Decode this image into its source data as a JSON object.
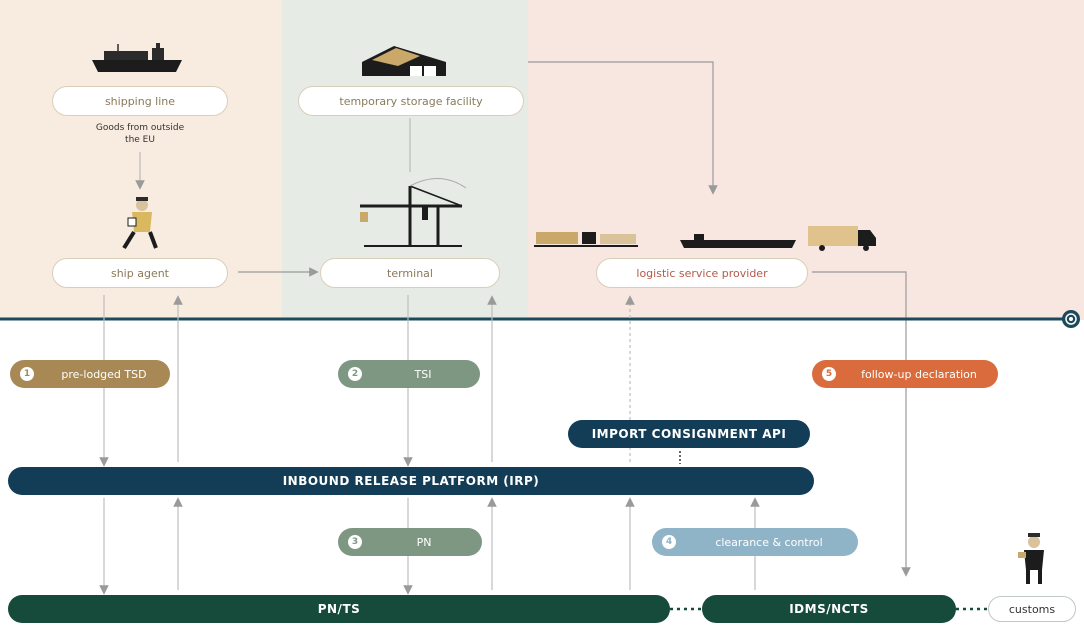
{
  "colors": {
    "zone_left": "#f8ece0",
    "zone_middle": "#e7ebe6",
    "zone_right": "#f8e7e1",
    "timeline": "#1d4a5a",
    "step_brown": "#a88956",
    "step_green": "#7e9783",
    "step_orange": "#d96b3c",
    "step_lightblue": "#8fb4c7",
    "irp_navy": "#133d57",
    "bar_green": "#164a3b"
  },
  "actors": {
    "shipping_line": "shipping line",
    "shipping_note": "Goods from outside the EU",
    "temporary_storage": "temporary storage facility",
    "ship_agent": "ship agent",
    "terminal": "terminal",
    "logistic_provider": "logistic service provider"
  },
  "steps": {
    "s1": {
      "number": "1",
      "label": "pre-lodged TSD",
      "color": "#a88956"
    },
    "s2": {
      "number": "2",
      "label": "TSI",
      "color": "#7e9783"
    },
    "s3": {
      "number": "3",
      "label": "PN",
      "color": "#7e9783"
    },
    "s4": {
      "number": "4",
      "label": "clearance & control",
      "color": "#8fb4c7"
    },
    "s5": {
      "number": "5",
      "label": "follow-up declaration",
      "color": "#d96b3c"
    }
  },
  "bars": {
    "import_api": "IMPORT CONSIGNMENT API",
    "irp": "INBOUND RELEASE PLATFORM (IRP)",
    "pnts": "PN/TS",
    "idms": "IDMS/NCTS",
    "customs": "customs"
  },
  "icons": [
    "cargo-ship-icon",
    "warehouse-icon",
    "ship-agent-person-icon",
    "crane-icon",
    "freight-train-icon",
    "barge-icon",
    "truck-icon",
    "customs-officer-icon",
    "timeline-end-icon"
  ]
}
